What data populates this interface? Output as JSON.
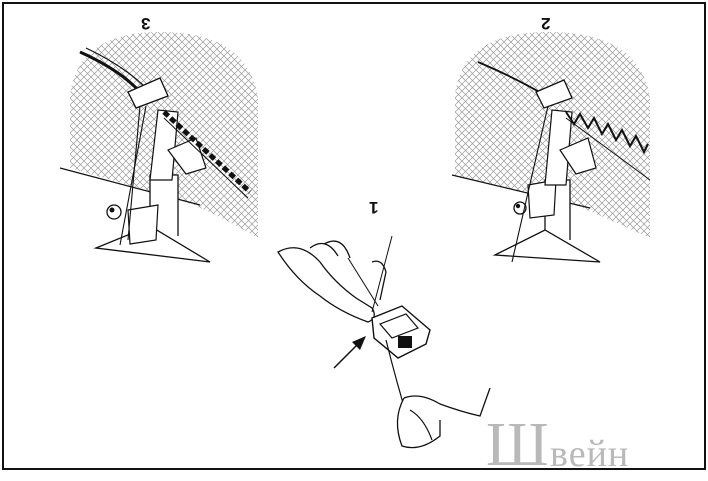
{
  "step_labels": {
    "step1": "1",
    "step2": "2",
    "step3": "3"
  },
  "watermark": {
    "mark": "Ш",
    "text": "вейн"
  },
  "colors": {
    "line": "#111111",
    "hatch": "#9a9a9a",
    "background": "#ffffff",
    "watermark": "#b9b9b9"
  },
  "icons": [
    "arrow-icon"
  ]
}
